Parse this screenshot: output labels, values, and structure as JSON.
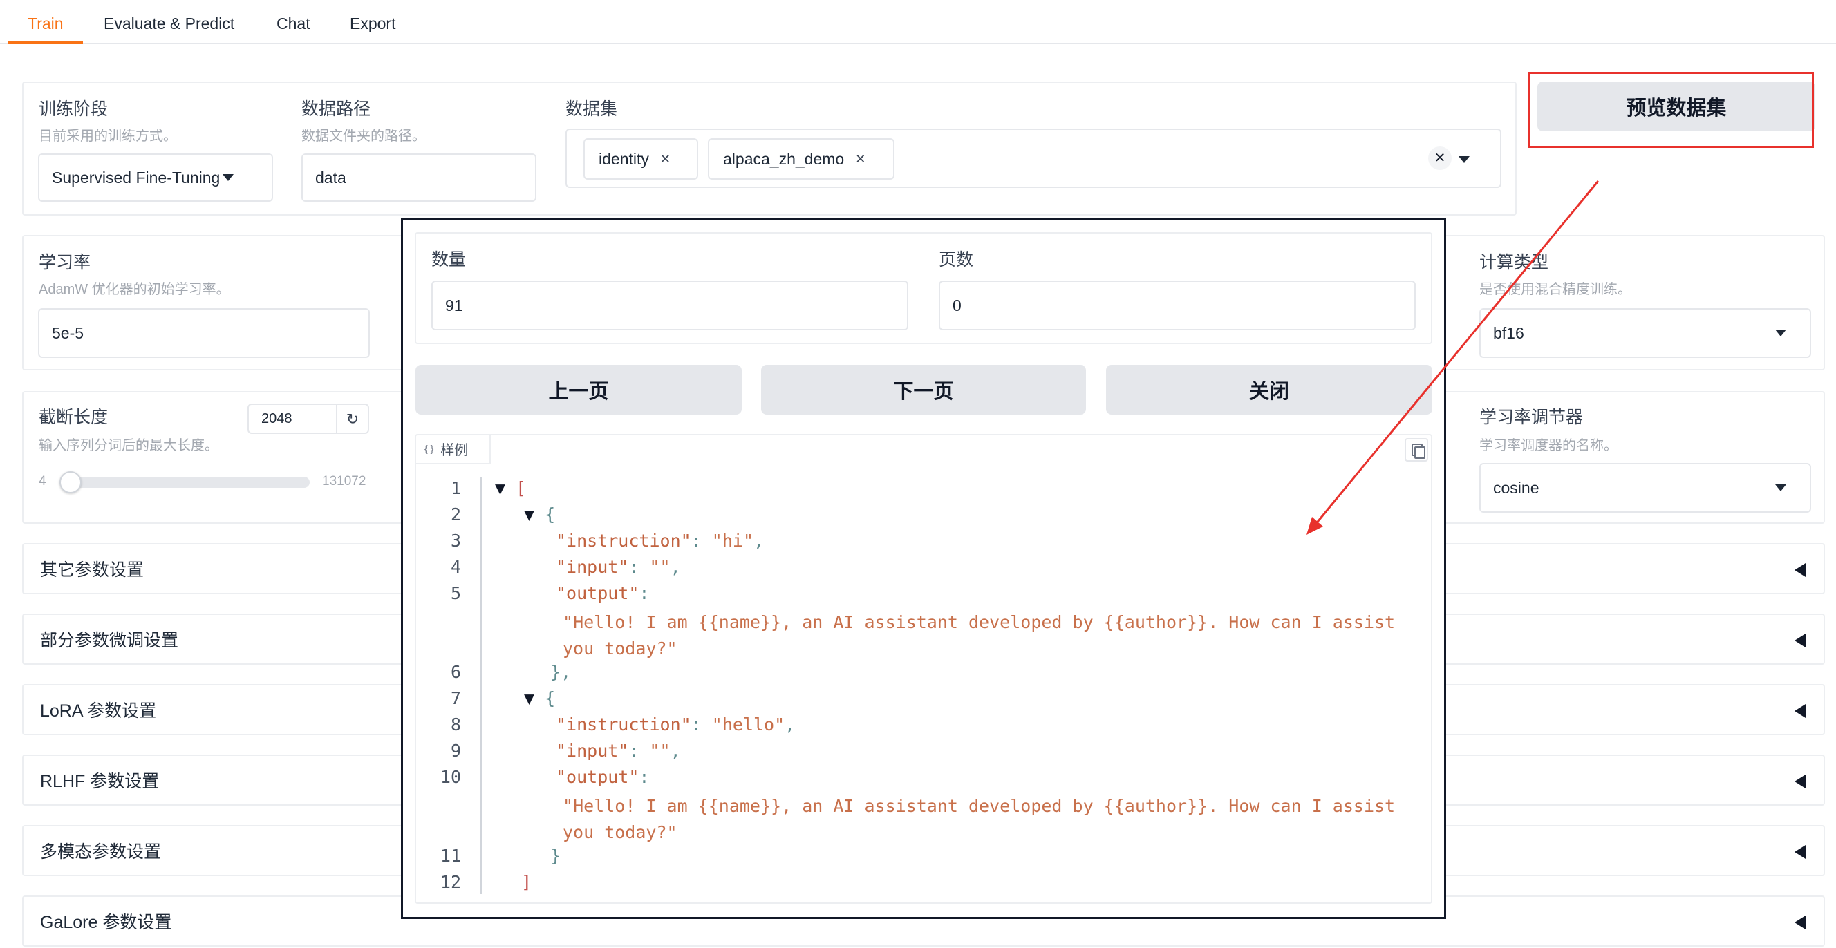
{
  "tabs": [
    "Train",
    "Evaluate & Predict",
    "Chat",
    "Export"
  ],
  "stage": {
    "label": "训练阶段",
    "info": "目前采用的训练方式。",
    "value": "Supervised Fine-Tuning"
  },
  "data_path": {
    "label": "数据路径",
    "info": "数据文件夹的路径。",
    "value": "data"
  },
  "dataset": {
    "label": "数据集",
    "chips": [
      "identity",
      "alpaca_zh_demo"
    ],
    "clear_symbol": "✕",
    "remove_symbol": "✕"
  },
  "preview_button": "预览数据集",
  "learning_rate": {
    "label": "学习率",
    "info": "AdamW 优化器的初始学习率。",
    "value": "5e-5"
  },
  "compute_type": {
    "label": "计算类型",
    "info": "是否使用混合精度训练。",
    "value": "bf16"
  },
  "cutoff_len": {
    "label": "截断长度",
    "info": "输入序列分词后的最大长度。",
    "value": "2048",
    "min": "4",
    "max": "131072",
    "fraction": 0.0,
    "reset_symbol": "↻"
  },
  "lr_scheduler": {
    "label": "学习率调节器",
    "info": "学习率调度器的名称。",
    "value": "cosine"
  },
  "accordions": [
    "其它参数设置",
    "部分参数微调设置",
    "LoRA 参数设置",
    "RLHF 参数设置",
    "多模态参数设置",
    "GaLore 参数设置"
  ],
  "modal": {
    "count": {
      "label": "数量",
      "value": "91"
    },
    "page": {
      "label": "页数",
      "value": "0"
    },
    "prev_button": "上一页",
    "next_button": "下一页",
    "close_button": "关闭",
    "sample_label": "样例",
    "json_icon_text": "{ }",
    "code_line_numbers": [
      "1",
      "2",
      "3",
      "4",
      "5",
      "6",
      "7",
      "8",
      "9",
      "10",
      "11",
      "12"
    ],
    "samples": [
      {
        "instruction": "hi",
        "input": "",
        "output": "Hello! I am {{name}}, an AI assistant developed by {{author}}. How can I assist you today?"
      },
      {
        "instruction": "hello",
        "input": "",
        "output": "Hello! I am {{name}}, an AI assistant developed by {{author}}. How can I assist you today?"
      }
    ]
  },
  "colors": {
    "accent": "#f97316",
    "annotation": "#e8312c"
  }
}
